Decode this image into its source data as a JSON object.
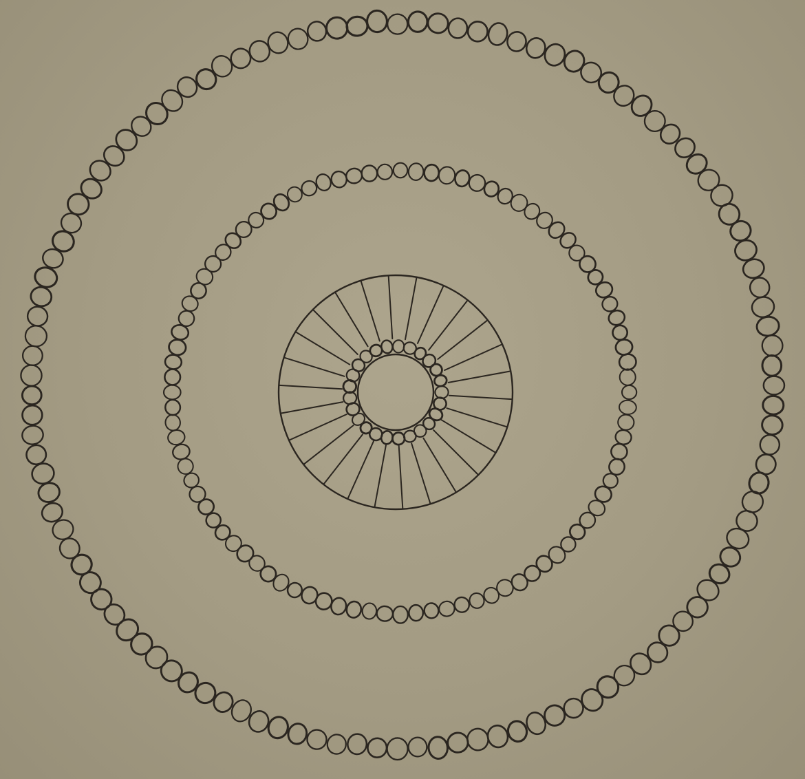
{
  "diagram": {
    "subject": "concentric-rings-drawing",
    "ink_color": "#2b2620",
    "paper_color": "#a39b83",
    "outer_bead_ring": {
      "bead_count": 115
    },
    "middle_bead_ring": {
      "bead_count": 92
    },
    "center_disc": {
      "spoke_count": 26,
      "inner_bead_count": 25
    }
  }
}
